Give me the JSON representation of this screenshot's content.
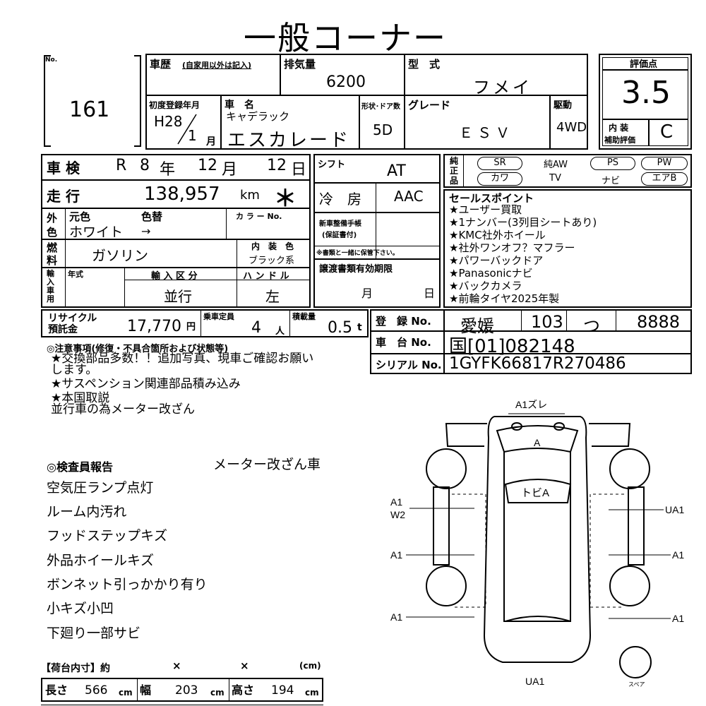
{
  "title": "一般コーナー",
  "no_label": "No.",
  "lot_number": "161",
  "history_label": "車歴",
  "history_note": "(自家用以外は記入)",
  "displacement_label": "排気量",
  "displacement": "6200",
  "model_label": "型　式",
  "model": "フメイ",
  "score_label": "評価点",
  "score": "3.5",
  "interior_label": "内 装",
  "interior_label2": "補助評価",
  "interior_score": "C",
  "first_reg_label": "初度登録年月",
  "first_reg_year": "H28",
  "first_reg_month": "1",
  "month_unit": "月",
  "carname_label": "車　名",
  "maker": "キャデラック",
  "carname": "エスカレード",
  "doors_label": "形状･ドア数",
  "doors": "5D",
  "grade_label": "グレード",
  "grade": "ＥＳＶ",
  "drive_label": "駆動",
  "drive": "4WD",
  "inspection_label": "車 検",
  "inspection_era": "R",
  "inspection_year": "8",
  "year_unit": "年",
  "inspection_month": "12",
  "inspection_day": "12",
  "day_unit": "日",
  "shift_label": "シフト",
  "shift": "AT",
  "mileage_label": "走 行",
  "mileage": "138,957",
  "mileage_unit": "km",
  "mileage_mark": "＊",
  "ac_label": "冷　房",
  "ac": "AAC",
  "color_label1": "外",
  "color_label2": "色",
  "orig_color_label": "元色",
  "color_change_label": "色替",
  "color_no_label": "カ ラ ー No.",
  "color": "ホワイト",
  "color_arrow": "→",
  "fuel_label1": "燃",
  "fuel_label2": "料",
  "fuel": "ガソリン",
  "int_color_label": "内　装　色",
  "int_color": "ブラック系",
  "maint_label1": "新車整備手帳",
  "maint_label2": "(保証書付)",
  "maint_note": "※書類と一緒に保管下さい。",
  "import_label": "輸入車用",
  "model_year_label": "年式",
  "import_type_label": "輸 入 区 分",
  "import_type": "並行",
  "handle_label": "ハ ン ド ル",
  "handle": "左",
  "docs_label": "譲渡書類有効期限",
  "docs_month": "月",
  "docs_day": "日",
  "equip_label1": "純",
  "equip_label2": "正",
  "equip_label3": "品",
  "equipment": [
    "SR",
    "純AW",
    "PS",
    "PW",
    "カワ",
    "TV",
    "ナビ",
    "エアB"
  ],
  "sales_title": "セールスポイント",
  "sales_points": [
    "★ユーザー買取",
    "★1ナンバー(3列目シートあり)",
    "★KMC社外ホイール",
    "★社外ワンオフ？マフラー",
    "★パワーバックドア",
    "★Panasonicナビ",
    "★バックカメラ",
    "★前輪タイヤ2025年製"
  ],
  "recycle_label1": "リサイクル",
  "recycle_label2": "預託金",
  "recycle_amount": "17,770",
  "yen": "円",
  "capacity_label": "乗車定員",
  "capacity": "4",
  "capacity_unit": "人",
  "load_label": "積載量",
  "load": "0.5",
  "load_unit": "t",
  "reg_label": "登　録 No.",
  "reg_area": "愛媛",
  "reg_class": "103",
  "reg_kana": "つ",
  "reg_num": "8888",
  "chassis_label": "車　台 No.",
  "chassis": "国[01]082148",
  "serial_label": "シリアル No.",
  "serial": "1GYFK66817R270486",
  "notes_title": "◎注意事項(修復・不具合箇所および状態等)",
  "notes": [
    "★交換部品多数！！追加写真、現車ご確認お願い",
    "します。",
    "★サスペンション関連部品積み込み",
    "★本国取説",
    "並行車の為メーター改ざん"
  ],
  "inspector_title": "◎検査員報告",
  "inspector_note": "メーター改ざん車",
  "inspector_items": [
    "空気圧ランプ点灯",
    "ルーム内汚れ",
    "フッドステップキズ",
    "外品ホイールキズ",
    "ボンネット引っかかり有り",
    "小キズ小凹",
    "下廻り一部サビ"
  ],
  "cargo_title": "【荷台内寸】約",
  "cargo_x1": "×",
  "cargo_x2": "×",
  "cargo_unit": "(cm)",
  "length_label": "長さ",
  "length": "566",
  "width_label": "幅",
  "width": "203",
  "height_label": "高さ",
  "height": "194",
  "cm": "cm",
  "diagram": {
    "top": "A1ズレ",
    "hood": "A",
    "roof": "トビA",
    "left1": "A1",
    "left2": "W2",
    "left3": "A1",
    "left4": "A1",
    "right1": "UA1",
    "right2": "A1",
    "right3": "A1",
    "bottom": "UA1",
    "spare": "スペア"
  }
}
